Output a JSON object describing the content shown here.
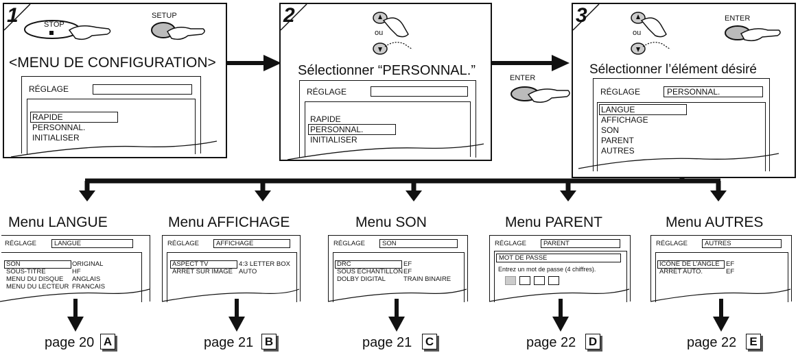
{
  "steps": [
    {
      "number": "1",
      "buttons": [
        "STOP",
        "SETUP"
      ],
      "caption": "<MENU DE CONFIGURATION>",
      "screen": {
        "header_label": "RÉGLAGE",
        "header_value": "",
        "items": [
          "RAPIDE",
          "PERSONNAL.",
          "INITIALISER"
        ],
        "highlighted": 0
      }
    },
    {
      "number": "2",
      "buttons": [
        "ou"
      ],
      "caption": "Sélectionner “PERSONNAL.”",
      "screen": {
        "header_label": "RÉGLAGE",
        "header_value": "",
        "items": [
          "RAPIDE",
          "PERSONNAL.",
          "INITIALISER"
        ],
        "highlighted": 1
      }
    },
    {
      "number": "3",
      "buttons": [
        "ou",
        "ENTER"
      ],
      "caption": "Sélectionner l’élément désiré",
      "screen": {
        "header_label": "RÉGLAGE",
        "header_value": "PERSONNAL.",
        "items": [
          "LANGUE",
          "AFFICHAGE",
          "SON",
          "PARENT",
          "AUTRES"
        ],
        "highlighted": 0
      }
    }
  ],
  "between_enter": "ENTER",
  "menus": [
    {
      "title": "Menu LANGUE",
      "header_label": "RÉGLAGE",
      "header_value": "LANGUE",
      "rows": [
        [
          "SON",
          "ORIGINAL"
        ],
        [
          "SOUS-TITRE",
          "HF"
        ],
        [
          "MENU DU DISQUE",
          "ANGLAIS"
        ],
        [
          "MENU DU LECTEUR",
          "FRANCAIS"
        ]
      ],
      "page": "page 20",
      "letter": "A"
    },
    {
      "title": "Menu AFFICHAGE",
      "header_label": "RÉGLAGE",
      "header_value": "AFFICHAGE",
      "rows": [
        [
          "ASPECT TV",
          "4:3 LETTER BOX"
        ],
        [
          "ARRÊT SUR IMAGE",
          "AUTO"
        ]
      ],
      "page": "page 21",
      "letter": "B"
    },
    {
      "title": "Menu SON",
      "header_label": "RÉGLAGE",
      "header_value": "SON",
      "rows": [
        [
          "DRC",
          "EF"
        ],
        [
          "SOUS ÉCHANTILLON",
          "EF"
        ],
        [
          "DOLBY DIGITAL",
          "TRAIN BINAIRE"
        ]
      ],
      "page": "page 21",
      "letter": "C"
    },
    {
      "title": "Menu PARENT",
      "header_label": "RÉGLAGE",
      "header_value": "PARENT",
      "password_label": "MOT DE PASSE",
      "prompt": "Entrez un mot de passe (4 chiffres).",
      "page": "page 22",
      "letter": "D"
    },
    {
      "title": "Menu AUTRES",
      "header_label": "RÉGLAGE",
      "header_value": "AUTRES",
      "rows": [
        [
          "ICÔNE DE L’ANGLE",
          "EF"
        ],
        [
          "ARRÊT AUTO.",
          "EF"
        ]
      ],
      "page": "page 22",
      "letter": "E"
    }
  ]
}
